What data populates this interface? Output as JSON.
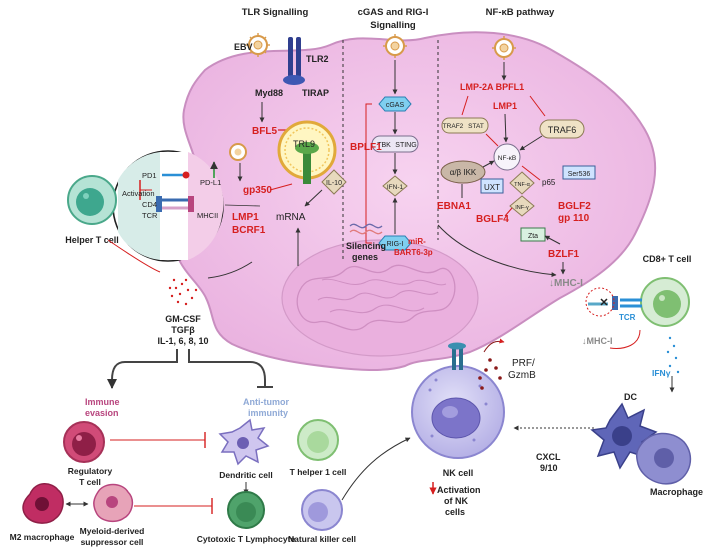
{
  "headers": {
    "tlr": "TLR Signalling",
    "cgas_1": "cGAS and RIG-I",
    "cgas_2": "Signalling",
    "nfkb": "NF-κB pathway"
  },
  "virus_cell": {
    "ebv": "EBV",
    "tlr2": "TLR2",
    "myd88": "Myd88",
    "tirap": "TIRAP",
    "bfl5": "BFL5",
    "trl9": "TRL9",
    "gp350": "gp350",
    "il10": "IL-10",
    "mrna": "mRNA",
    "lmp1_left": "LMP1",
    "bcrf1": "BCRF1",
    "cgas": "cGAS",
    "tbk": "TBK",
    "sting": "STING",
    "ifn1": "IFN-1",
    "rigi": "RIG-I",
    "bplf1": "BPLF1",
    "silencing_1": "Silencing",
    "silencing_2": "genes",
    "mir_1": "miR-",
    "mir_2": "BART6-3p",
    "lmp2a": "LMP-2A BPFL1",
    "lmp1_right": "LMP1",
    "traf2": "TRAF2",
    "stat": "STAT",
    "traf6": "TRAF6",
    "nfkb_box": "NF-κB",
    "ikk": "α/β IKK",
    "uxt": "UXT",
    "tnfa": "TNF-α",
    "infy": "INF-γ",
    "ser536": "Ser536",
    "p65": "p65",
    "bglf2_1": "BGLF2",
    "bglf2_2": "gp 110",
    "ebna1": "EBNA1",
    "bglf4": "BGLF4",
    "zta": "Zta",
    "bzlf1": "BZLF1",
    "mhc1_in": "↓MHC-I"
  },
  "synapse": {
    "pd1": "PD1",
    "pdl1": "PD-L1",
    "activation": "Activation",
    "cd4": "CD4",
    "tcr": "TCR",
    "mhcii": "MHCII"
  },
  "cells": {
    "helper_t": "Helper T cell",
    "cd8": "CD8+ T cell",
    "tcr_right": "TCR",
    "mhc1_out": "↓MHC-I",
    "ifny": "IFNγ",
    "dc": "DC",
    "macrophage": "Macrophage",
    "nk": "NK cell",
    "prf_1": "PRF/",
    "prf_2": "GzmB",
    "nk_act_1": "Activation",
    "nk_act_2": "of NK",
    "nk_act_3": "cells",
    "cxcl_1": "CXCL",
    "cxcl_2": "9/10"
  },
  "cytokines": {
    "line1": "GM-CSF",
    "line2": "TGFβ",
    "line3": "IL-1, 6, 8, 10"
  },
  "lower": {
    "immune_1": "Immune",
    "immune_2": "evasion",
    "anti_1": "Anti-tumor",
    "anti_2": "immunity",
    "treg_1": "Regulatory",
    "treg_2": "T cell",
    "dendritic": "Dendritic cell",
    "th1": "T helper 1 cell",
    "m2": "M2 macrophage",
    "mdsc_1": "Myeloid-derived",
    "mdsc_2": "suppressor cell",
    "ctl": "Cytotoxic T Lymphocyte",
    "nk_small": "Natural killer cell"
  },
  "colors": {
    "cell_fill": "#f3c4ea",
    "cell_stroke": "#c98ec0",
    "inhibitor": "#d61f1f",
    "viral_protein": "#d61f1f",
    "nk_fill": "#c9c6ee"
  }
}
